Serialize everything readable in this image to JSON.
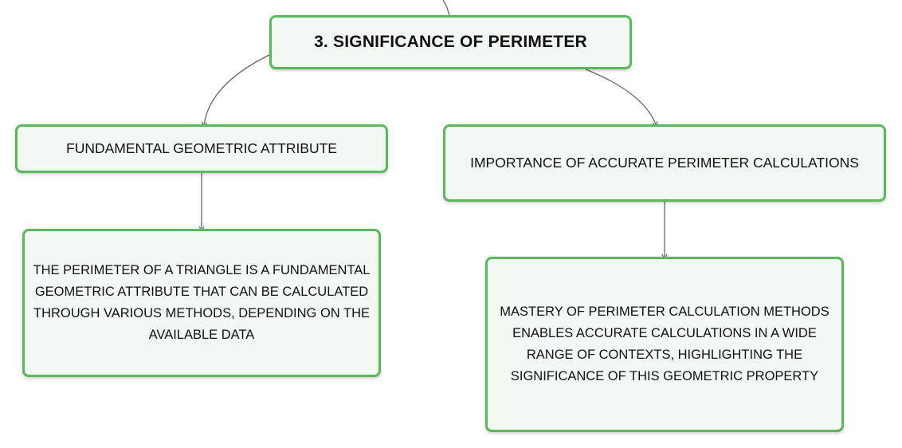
{
  "colors": {
    "node_border": "#5cb85c",
    "node_fill": "#f3faf3",
    "connector": "#666666",
    "text": "#111111"
  },
  "nodes": {
    "root": {
      "label": "3. SIGNIFICANCE OF PERIMETER"
    },
    "left": {
      "label": "FUNDAMENTAL GEOMETRIC ATTRIBUTE"
    },
    "right": {
      "label": "IMPORTANCE OF ACCURATE PERIMETER CALCULATIONS"
    },
    "left_detail": {
      "label": "THE PERIMETER OF A TRIANGLE IS A FUNDAMENTAL GEOMETRIC ATTRIBUTE THAT CAN BE CALCULATED THROUGH VARIOUS METHODS, DEPENDING ON THE AVAILABLE DATA"
    },
    "right_detail": {
      "label": "MASTERY OF PERIMETER CALCULATION METHODS ENABLES ACCURATE CALCULATIONS IN A WIDE RANGE OF CONTEXTS, HIGHLIGHTING THE SIGNIFICANCE OF THIS GEOMETRIC PROPERTY"
    }
  }
}
